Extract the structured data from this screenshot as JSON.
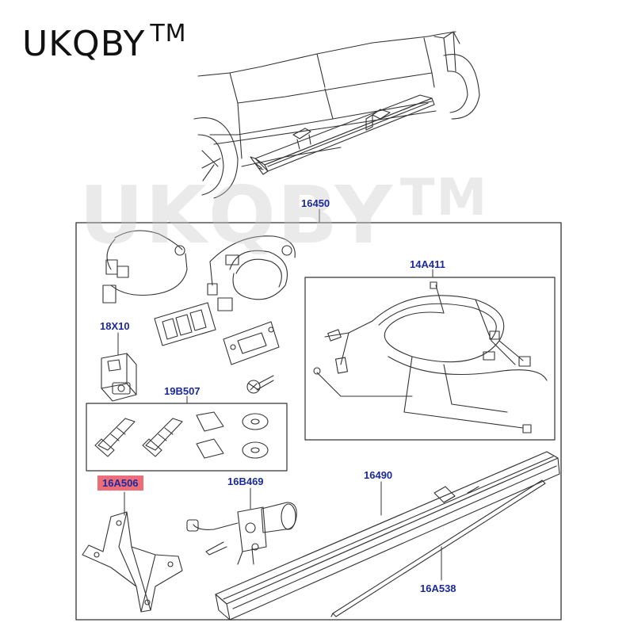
{
  "brand": {
    "name": "UKQBY",
    "tm": "TM"
  },
  "watermark": {
    "name": "UKQBY",
    "tm": "TM"
  },
  "colors": {
    "label": "#1a2a99",
    "highlight": "#ee6d7a",
    "line": "#333333"
  },
  "parts": {
    "main_kit": "16450",
    "harness_large": "14A411",
    "switch": "18X10",
    "fixings": "19B507",
    "bracket": "16A506",
    "motor": "16B469",
    "step_board": "16490",
    "trim_strip": "16A538"
  }
}
